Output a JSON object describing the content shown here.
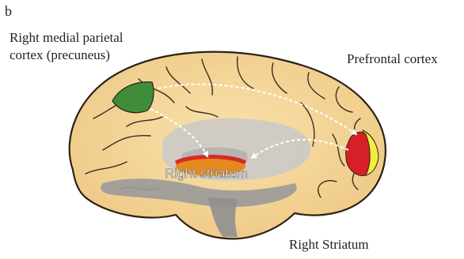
{
  "figure": {
    "panel_letter": "b",
    "labels": {
      "parietal_line1": "Right medial parietal",
      "parietal_line2": "cortex (precuneus)",
      "prefrontal": "Prefrontal cortex",
      "striatum_inner": "Right striatum",
      "striatum_outer": "Right Striatum"
    },
    "colors": {
      "cortex_fill": "#f3d79b",
      "cortex_outline": "#2b2116",
      "deep_structures": "#9a9a9a",
      "precuneus_region": "#3f8c3a",
      "prefrontal_red": "#d61f26",
      "prefrontal_yellow": "#f4ee3a",
      "striatum_orange": "#e58a1f",
      "striatum_red": "#d82a25",
      "connection_arrows": "#ffffff"
    }
  }
}
